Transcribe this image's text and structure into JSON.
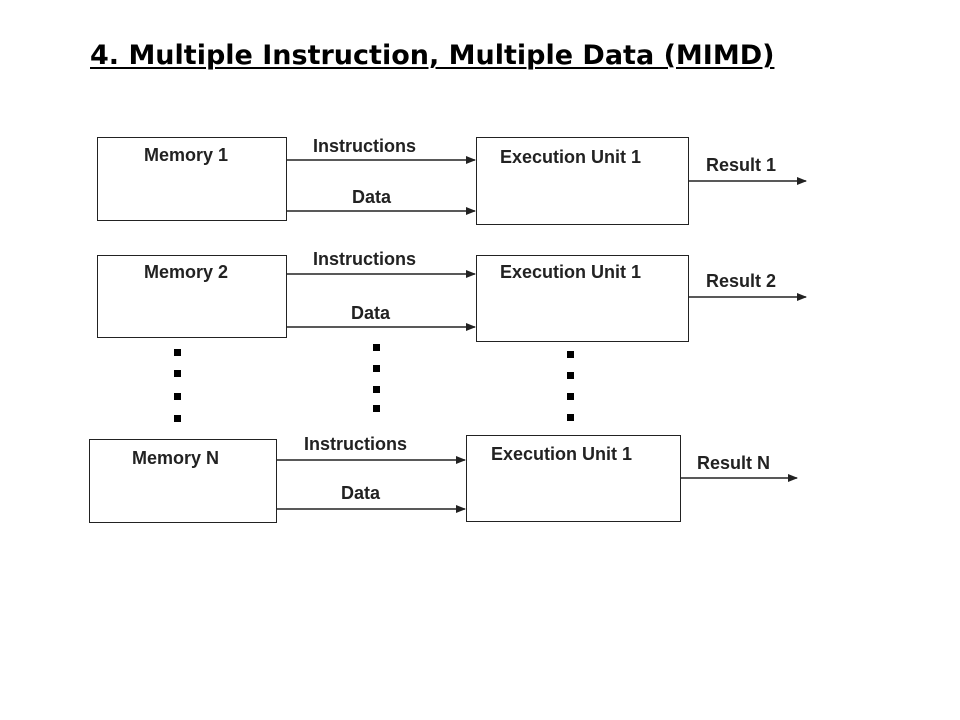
{
  "title": "4. Multiple Instruction, Multiple Data (MIMD)",
  "rows": [
    {
      "memory": "Memory 1",
      "instructions": "Instructions",
      "data": "Data",
      "unit": "Execution Unit 1",
      "result": "Result 1"
    },
    {
      "memory": "Memory 2",
      "instructions": "Instructions",
      "data": "Data",
      "unit": "Execution Unit 1",
      "result": "Result 2"
    },
    {
      "memory": "Memory N",
      "instructions": "Instructions",
      "data": "Data",
      "unit": "Execution Unit 1",
      "result": "Result N"
    }
  ],
  "line_color": "#222222"
}
